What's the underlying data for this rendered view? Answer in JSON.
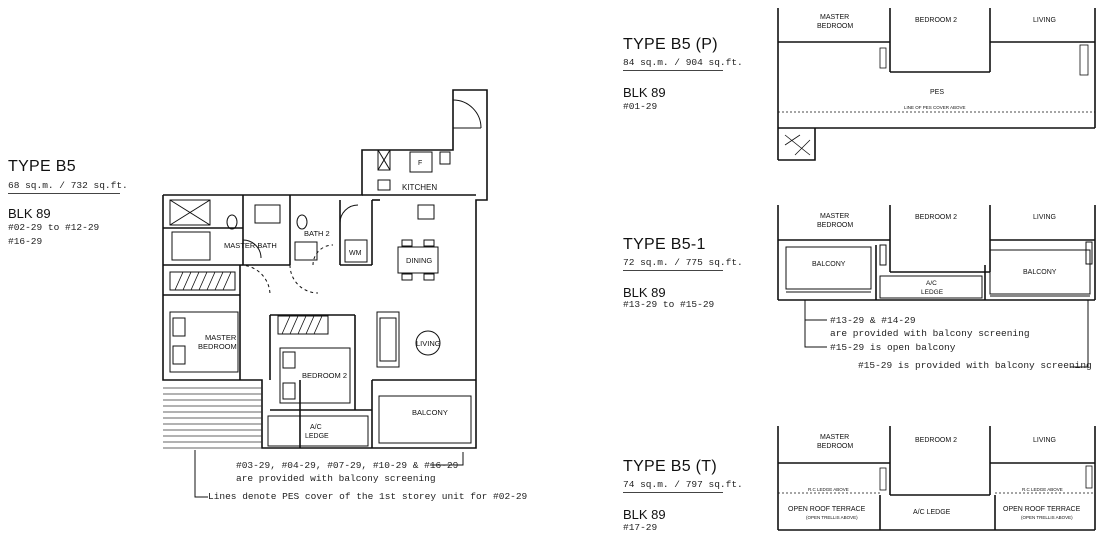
{
  "type_b5": {
    "title": "TYPE B5",
    "area": "68 sq.m. / 732 sq.ft.",
    "block": "BLK 89",
    "units_line1": "#02-29 to #12-29",
    "units_line2": "#16-29",
    "rooms": {
      "kitchen": "KITCHEN",
      "master_bath": "MASTER BATH",
      "bath_2": "BATH 2",
      "wm": "WM",
      "dining": "DINING",
      "master_bedroom_l1": "MASTER",
      "master_bedroom_l2": "BEDROOM",
      "bedroom_2": "BEDROOM 2",
      "living": "LIVING",
      "balcony": "BALCONY",
      "ac_ledge_l1": "A/C",
      "ac_ledge_l2": "LEDGE",
      "fridge": "F"
    },
    "note1_line1": "#03-29, #04-29, #07-29, #10-29 & #16-29",
    "note1_line2": "are provided with balcony screening",
    "note2": "Lines denote PES cover of the 1st storey unit for #02-29"
  },
  "type_b5p": {
    "title": "TYPE B5 (P)",
    "area": "84 sq.m. / 904 sq.ft.",
    "block": "BLK 89",
    "units": "#01-29",
    "rooms": {
      "master_l1": "MASTER",
      "master_l2": "BEDROOM",
      "bedroom_2": "BEDROOM 2",
      "living": "LIVING",
      "pes": "PES",
      "pes_cover": "LINE OF PES COVER ABOVE"
    }
  },
  "type_b5_1": {
    "title": "TYPE B5-1",
    "area": "72 sq.m. / 775 sq.ft.",
    "block": "BLK 89",
    "units": "#13-29 to #15-29",
    "rooms": {
      "master_l1": "MASTER",
      "master_l2": "BEDROOM",
      "bedroom_2": "BEDROOM 2",
      "living": "LIVING",
      "balcony_left": "BALCONY",
      "ac_l1": "A/C",
      "ac_l2": "LEDGE",
      "balcony_right": "BALCONY"
    },
    "note1_line1": "#13-29 & #14-29",
    "note1_line2": "are provided with balcony screening",
    "note2": "#15-29 is open balcony",
    "note3": "#15-29 is provided with balcony screening"
  },
  "type_b5t": {
    "title": "TYPE B5 (T)",
    "area": "74 sq.m. / 797 sq.ft.",
    "block": "BLK 89",
    "units": "#17-29",
    "rooms": {
      "master_l1": "MASTER",
      "master_l2": "BEDROOM",
      "bedroom_2": "BEDROOM 2",
      "living": "LIVING",
      "rc_ledge_left": "R.C LEDGE ABOVE",
      "rc_ledge_right": "R.C LEDGE ABOVE",
      "terrace_left": "OPEN ROOF TERRACE",
      "trellis_left": "(OPEN TRELLIS ABOVE)",
      "ac_ledge": "A/C LEDGE",
      "terrace_right": "OPEN ROOF TERRACE",
      "trellis_right": "(OPEN TRELLIS ABOVE)"
    }
  }
}
